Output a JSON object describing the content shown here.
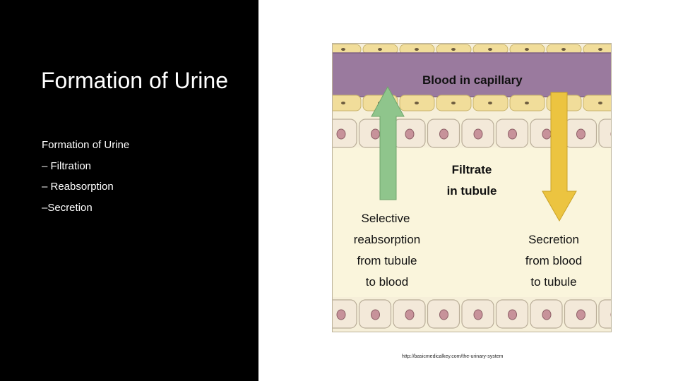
{
  "slide": {
    "title": "Formation of Urine",
    "bullets": [
      "Formation of Urine",
      "– Filtration",
      "– Reabsorption",
      "–Secretion"
    ]
  },
  "diagram": {
    "capillary_label": "Blood in capillary",
    "tubule_label": [
      "Filtrate",
      "in tubule"
    ],
    "reabsorption_label": [
      "Selective",
      "reabsorption",
      "from tubule",
      "to blood"
    ],
    "secretion_label": [
      "Secretion",
      "from blood",
      "to tubule"
    ],
    "colors": {
      "capillary": "#9a7a9e",
      "endothelium": "#f1dd9a",
      "tubule_fluid": "#faf5dc",
      "tubule_cell": "#f3e9d9",
      "nucleus": "#c7929a",
      "reabsorption_arrow": "#8fc58c",
      "secretion_arrow": "#ecc440"
    }
  },
  "caption": "http://basicmedicalkey.com/the-urinary-system"
}
